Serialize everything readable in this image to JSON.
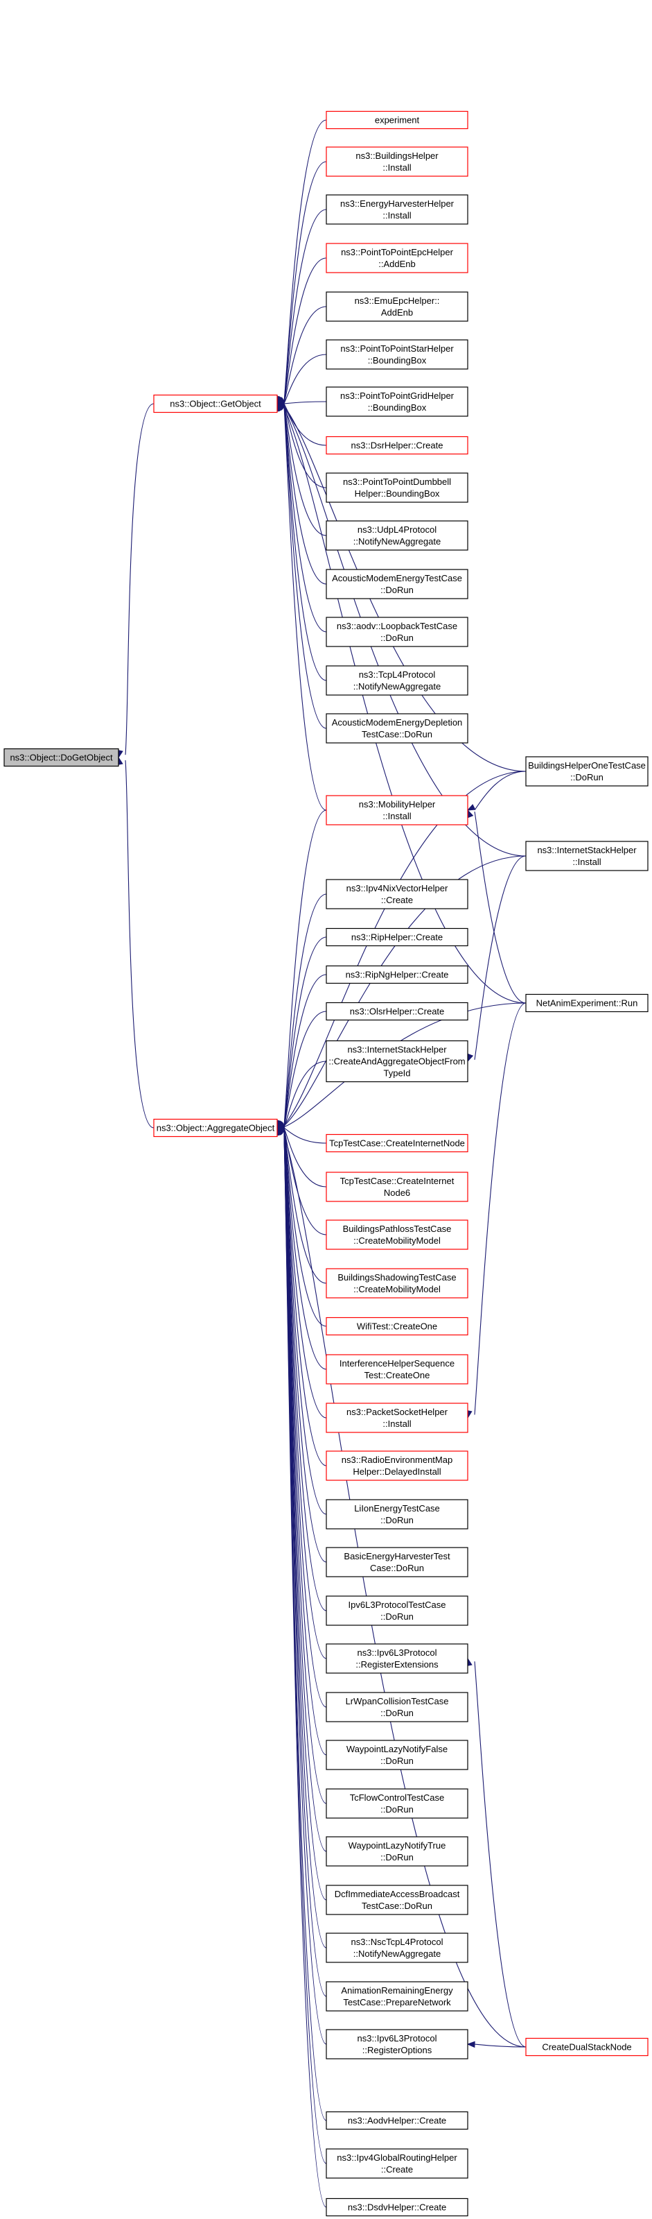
{
  "colors": {
    "edge": "#191970",
    "border_red": "#ff0000",
    "border_black": "#000000",
    "root_fill": "#bfbfbf",
    "node_fill": "#ffffff"
  },
  "nodes": [
    {
      "id": "root",
      "lines": [
        "ns3::Object::DoGetObject"
      ],
      "border": "black",
      "root": true
    },
    {
      "id": "getobj",
      "lines": [
        "ns3::Object::GetObject"
      ],
      "border": "red"
    },
    {
      "id": "aggobj",
      "lines": [
        "ns3::Object::AggregateObject"
      ],
      "border": "red"
    },
    {
      "id": "experiment",
      "lines": [
        "experiment"
      ],
      "border": "red"
    },
    {
      "id": "bldgInstall",
      "lines": [
        "ns3::BuildingsHelper",
        "::Install"
      ],
      "border": "red"
    },
    {
      "id": "energyHarv",
      "lines": [
        "ns3::EnergyHarvesterHelper",
        "::Install"
      ],
      "border": "black"
    },
    {
      "id": "p2pEpc",
      "lines": [
        "ns3::PointToPointEpcHelper",
        "::AddEnb"
      ],
      "border": "red"
    },
    {
      "id": "emuEpc",
      "lines": [
        "ns3::EmuEpcHelper::",
        "AddEnb"
      ],
      "border": "black"
    },
    {
      "id": "p2pStar",
      "lines": [
        "ns3::PointToPointStarHelper",
        "::BoundingBox"
      ],
      "border": "black"
    },
    {
      "id": "p2pGrid",
      "lines": [
        "ns3::PointToPointGridHelper",
        "::BoundingBox"
      ],
      "border": "black"
    },
    {
      "id": "dsrCreate",
      "lines": [
        "ns3::DsrHelper::Create"
      ],
      "border": "red"
    },
    {
      "id": "p2pDumbbell",
      "lines": [
        "ns3::PointToPointDumbbell",
        "Helper::BoundingBox"
      ],
      "border": "black"
    },
    {
      "id": "udpL4",
      "lines": [
        "ns3::UdpL4Protocol",
        "::NotifyNewAggregate"
      ],
      "border": "black"
    },
    {
      "id": "acousticModem",
      "lines": [
        "AcousticModemEnergyTestCase",
        "::DoRun"
      ],
      "border": "black"
    },
    {
      "id": "aodvLoopback",
      "lines": [
        "ns3::aodv::LoopbackTestCase",
        "::DoRun"
      ],
      "border": "black"
    },
    {
      "id": "tcpL4",
      "lines": [
        "ns3::TcpL4Protocol",
        "::NotifyNewAggregate"
      ],
      "border": "black"
    },
    {
      "id": "acousticDepl",
      "lines": [
        "AcousticModemEnergyDepletion",
        "TestCase::DoRun"
      ],
      "border": "black"
    },
    {
      "id": "mobilityInstall",
      "lines": [
        "ns3::MobilityHelper",
        "::Install"
      ],
      "border": "red"
    },
    {
      "id": "ipv4Nix",
      "lines": [
        "ns3::Ipv4NixVectorHelper",
        "::Create"
      ],
      "border": "black"
    },
    {
      "id": "ripCreate",
      "lines": [
        "ns3::RipHelper::Create"
      ],
      "border": "black"
    },
    {
      "id": "ripNgCreate",
      "lines": [
        "ns3::RipNgHelper::Create"
      ],
      "border": "black"
    },
    {
      "id": "olsrCreate",
      "lines": [
        "ns3::OlsrHelper::Create"
      ],
      "border": "black"
    },
    {
      "id": "inetCreateAgg",
      "lines": [
        "ns3::InternetStackHelper",
        "::CreateAndAggregateObjectFrom",
        "TypeId"
      ],
      "border": "black"
    },
    {
      "id": "tcpInetNode",
      "lines": [
        "TcpTestCase::CreateInternetNode"
      ],
      "border": "red"
    },
    {
      "id": "tcpInetNode6",
      "lines": [
        "TcpTestCase::CreateInternet",
        "Node6"
      ],
      "border": "red"
    },
    {
      "id": "bldgPathloss",
      "lines": [
        "BuildingsPathlossTestCase",
        "::CreateMobilityModel"
      ],
      "border": "red"
    },
    {
      "id": "bldgShadow",
      "lines": [
        "BuildingsShadowingTestCase",
        "::CreateMobilityModel"
      ],
      "border": "red"
    },
    {
      "id": "wifiCreateOne",
      "lines": [
        "WifiTest::CreateOne"
      ],
      "border": "red"
    },
    {
      "id": "interfSeq",
      "lines": [
        "InterferenceHelperSequence",
        "Test::CreateOne"
      ],
      "border": "red"
    },
    {
      "id": "pktSocket",
      "lines": [
        "ns3::PacketSocketHelper",
        "::Install"
      ],
      "border": "red"
    },
    {
      "id": "radioEnvMap",
      "lines": [
        "ns3::RadioEnvironmentMap",
        "Helper::DelayedInstall"
      ],
      "border": "red"
    },
    {
      "id": "liIon",
      "lines": [
        "LiIonEnergyTestCase",
        "::DoRun"
      ],
      "border": "black"
    },
    {
      "id": "basicEnergyHarv",
      "lines": [
        "BasicEnergyHarvesterTest",
        "Case::DoRun"
      ],
      "border": "black"
    },
    {
      "id": "ipv6L3Test",
      "lines": [
        "Ipv6L3ProtocolTestCase",
        "::DoRun"
      ],
      "border": "black"
    },
    {
      "id": "ipv6L3RegExt",
      "lines": [
        "ns3::Ipv6L3Protocol",
        "::RegisterExtensions"
      ],
      "border": "black"
    },
    {
      "id": "lrWpan",
      "lines": [
        "LrWpanCollisionTestCase",
        "::DoRun"
      ],
      "border": "black"
    },
    {
      "id": "waypointFalse",
      "lines": [
        "WaypointLazyNotifyFalse",
        "::DoRun"
      ],
      "border": "black"
    },
    {
      "id": "tcFlow",
      "lines": [
        "TcFlowControlTestCase",
        "::DoRun"
      ],
      "border": "black"
    },
    {
      "id": "waypointTrue",
      "lines": [
        "WaypointLazyNotifyTrue",
        "::DoRun"
      ],
      "border": "black"
    },
    {
      "id": "dcfImm",
      "lines": [
        "DcfImmediateAccessBroadcast",
        "TestCase::DoRun"
      ],
      "border": "black"
    },
    {
      "id": "nscTcpL4",
      "lines": [
        "ns3::NscTcpL4Protocol",
        "::NotifyNewAggregate"
      ],
      "border": "black"
    },
    {
      "id": "animRemaining",
      "lines": [
        "AnimationRemainingEnergy",
        "TestCase::PrepareNetwork"
      ],
      "border": "black"
    },
    {
      "id": "ipv6L3RegOpt",
      "lines": [
        "ns3::Ipv6L3Protocol",
        "::RegisterOptions"
      ],
      "border": "black"
    },
    {
      "id": "aodvCreate",
      "lines": [
        "ns3::AodvHelper::Create"
      ],
      "border": "black"
    },
    {
      "id": "ipv4Global",
      "lines": [
        "ns3::Ipv4GlobalRoutingHelper",
        "::Create"
      ],
      "border": "black"
    },
    {
      "id": "dsdvCreate",
      "lines": [
        "ns3::DsdvHelper::Create"
      ],
      "border": "black"
    },
    {
      "id": "bldgHelperOne",
      "lines": [
        "BuildingsHelperOneTestCase",
        "::DoRun"
      ],
      "border": "black"
    },
    {
      "id": "inetStackInstall",
      "lines": [
        "ns3::InternetStackHelper",
        "::Install"
      ],
      "border": "black"
    },
    {
      "id": "netAnimRun",
      "lines": [
        "NetAnimExperiment::Run"
      ],
      "border": "black"
    },
    {
      "id": "createDualStack",
      "lines": [
        "CreateDualStackNode"
      ],
      "border": "red"
    }
  ],
  "edges": [
    {
      "from": "getobj",
      "to": "root"
    },
    {
      "from": "aggobj",
      "to": "root"
    },
    {
      "from": "experiment",
      "to": "getobj"
    },
    {
      "from": "bldgInstall",
      "to": "getobj"
    },
    {
      "from": "energyHarv",
      "to": "getobj"
    },
    {
      "from": "p2pEpc",
      "to": "getobj"
    },
    {
      "from": "emuEpc",
      "to": "getobj"
    },
    {
      "from": "p2pStar",
      "to": "getobj"
    },
    {
      "from": "p2pGrid",
      "to": "getobj"
    },
    {
      "from": "dsrCreate",
      "to": "getobj"
    },
    {
      "from": "p2pDumbbell",
      "to": "getobj"
    },
    {
      "from": "udpL4",
      "to": "getobj"
    },
    {
      "from": "acousticModem",
      "to": "getobj"
    },
    {
      "from": "aodvLoopback",
      "to": "getobj"
    },
    {
      "from": "tcpL4",
      "to": "getobj"
    },
    {
      "from": "acousticDepl",
      "to": "getobj"
    },
    {
      "from": "mobilityInstall",
      "to": "getobj"
    },
    {
      "from": "bldgHelperOne",
      "to": "getobj"
    },
    {
      "from": "inetStackInstall",
      "to": "getobj"
    },
    {
      "from": "netAnimRun",
      "to": "getobj"
    },
    {
      "from": "mobilityInstall",
      "to": "aggobj"
    },
    {
      "from": "bldgHelperOne",
      "to": "aggobj"
    },
    {
      "from": "inetStackInstall",
      "to": "aggobj"
    },
    {
      "from": "ipv4Nix",
      "to": "aggobj"
    },
    {
      "from": "ripCreate",
      "to": "aggobj"
    },
    {
      "from": "ripNgCreate",
      "to": "aggobj"
    },
    {
      "from": "olsrCreate",
      "to": "aggobj"
    },
    {
      "from": "inetCreateAgg",
      "to": "aggobj"
    },
    {
      "from": "netAnimRun",
      "to": "aggobj"
    },
    {
      "from": "tcpInetNode",
      "to": "aggobj"
    },
    {
      "from": "tcpInetNode6",
      "to": "aggobj"
    },
    {
      "from": "bldgPathloss",
      "to": "aggobj"
    },
    {
      "from": "bldgShadow",
      "to": "aggobj"
    },
    {
      "from": "wifiCreateOne",
      "to": "aggobj"
    },
    {
      "from": "interfSeq",
      "to": "aggobj"
    },
    {
      "from": "pktSocket",
      "to": "aggobj"
    },
    {
      "from": "radioEnvMap",
      "to": "aggobj"
    },
    {
      "from": "liIon",
      "to": "aggobj"
    },
    {
      "from": "basicEnergyHarv",
      "to": "aggobj"
    },
    {
      "from": "ipv6L3Test",
      "to": "aggobj"
    },
    {
      "from": "ipv6L3RegExt",
      "to": "aggobj"
    },
    {
      "from": "lrWpan",
      "to": "aggobj"
    },
    {
      "from": "waypointFalse",
      "to": "aggobj"
    },
    {
      "from": "tcFlow",
      "to": "aggobj"
    },
    {
      "from": "waypointTrue",
      "to": "aggobj"
    },
    {
      "from": "dcfImm",
      "to": "aggobj"
    },
    {
      "from": "nscTcpL4",
      "to": "aggobj"
    },
    {
      "from": "animRemaining",
      "to": "aggobj"
    },
    {
      "from": "ipv6L3RegOpt",
      "to": "aggobj"
    },
    {
      "from": "createDualStack",
      "to": "aggobj"
    },
    {
      "from": "aodvCreate",
      "to": "aggobj"
    },
    {
      "from": "ipv4Global",
      "to": "aggobj"
    },
    {
      "from": "dsdvCreate",
      "to": "aggobj"
    },
    {
      "from": "bldgHelperOne",
      "to": "mobilityInstall"
    },
    {
      "from": "netAnimRun",
      "to": "mobilityInstall"
    },
    {
      "from": "inetStackInstall",
      "to": "inetCreateAgg"
    },
    {
      "from": "netAnimRun",
      "to": "pktSocket"
    },
    {
      "from": "createDualStack",
      "to": "ipv6L3RegExt"
    },
    {
      "from": "createDualStack",
      "to": "ipv6L3RegOpt"
    }
  ]
}
